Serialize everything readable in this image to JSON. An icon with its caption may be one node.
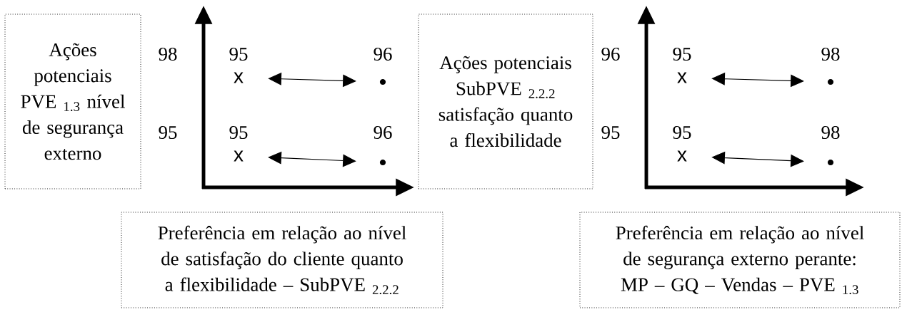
{
  "diagram": {
    "nodes": [
      {
        "text": [
          "Ações potenciais PVE $_{1.3}$ nível de segurança externo"
        ]
      },
      {
        "text": [
          "x"
        ],
        "beside": [
          "95"
        ]
      },
      {
        "text": [],
        "shape": "circle",
        "beside": [
          "96"
        ]
      },
      {
        "text": [
          "x"
        ],
        "beside": [
          "95"
        ]
      },
      {
        "text": [],
        "shape": "circle",
        "beside": [
          "96"
        ]
      },
      {
        "text": [
          "Ações potenciais SubPVE $_{2.2.2}$ satisfação quanto a flexibilidade"
        ]
      },
      {
        "text": [
          "x"
        ],
        "beside": [
          "95"
        ]
      },
      {
        "text": [],
        "shape": "circle",
        "beside": [
          "98"
        ]
      },
      {
        "text": [
          "x"
        ],
        "beside": [
          "95"
        ]
      },
      {
        "text": [],
        "shape": "circle",
        "beside": [
          "98"
        ]
      },
      {
        "text": [
          "Preferência em relação ao nível de satisfação do cliente quanto a flexibilidade – SubPVE $_{2.2.2}$"
        ]
      },
      {
        "text": [
          "Preferência em relação ao nível de segurança externo perante: MP – GQ – Vendas – PVE $_{1.3}$"
        ]
      }
    ],
    "edges": [
      {
        "from": 1,
        "to": 2,
        "arrow": "both"
      },
      {
        "from": 3,
        "to": 4,
        "arrow": "both"
      },
      {
        "from": 6,
        "to": 7,
        "arrow": "both"
      },
      {
        "from": 8,
        "to": 9,
        "arrow": "both"
      }
    ],
    "labels": [
      "98",
      "95",
      "96",
      "95"
    ]
  }
}
